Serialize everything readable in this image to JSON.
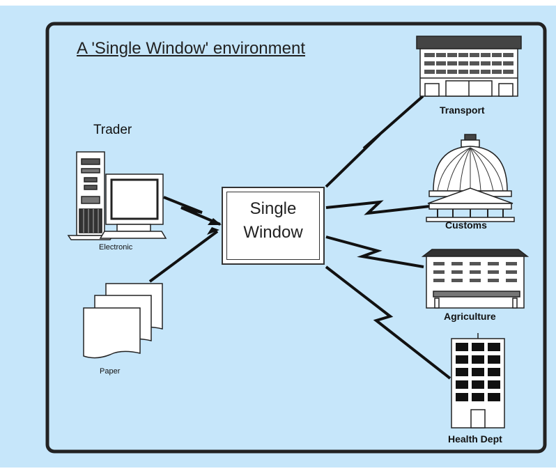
{
  "title": "A 'Single Window' environment",
  "center": {
    "line1": "Single",
    "line2": "Window"
  },
  "trader": {
    "label": "Trader",
    "electronic": "Electronic",
    "paper": "Paper"
  },
  "agencies": [
    {
      "name": "Transport"
    },
    {
      "name": "Customs"
    },
    {
      "name": "Agriculture"
    },
    {
      "name": "Health Dept"
    }
  ],
  "colors": {
    "background": "#c6e6fa",
    "border": "#222222",
    "box": "#ffffff"
  }
}
